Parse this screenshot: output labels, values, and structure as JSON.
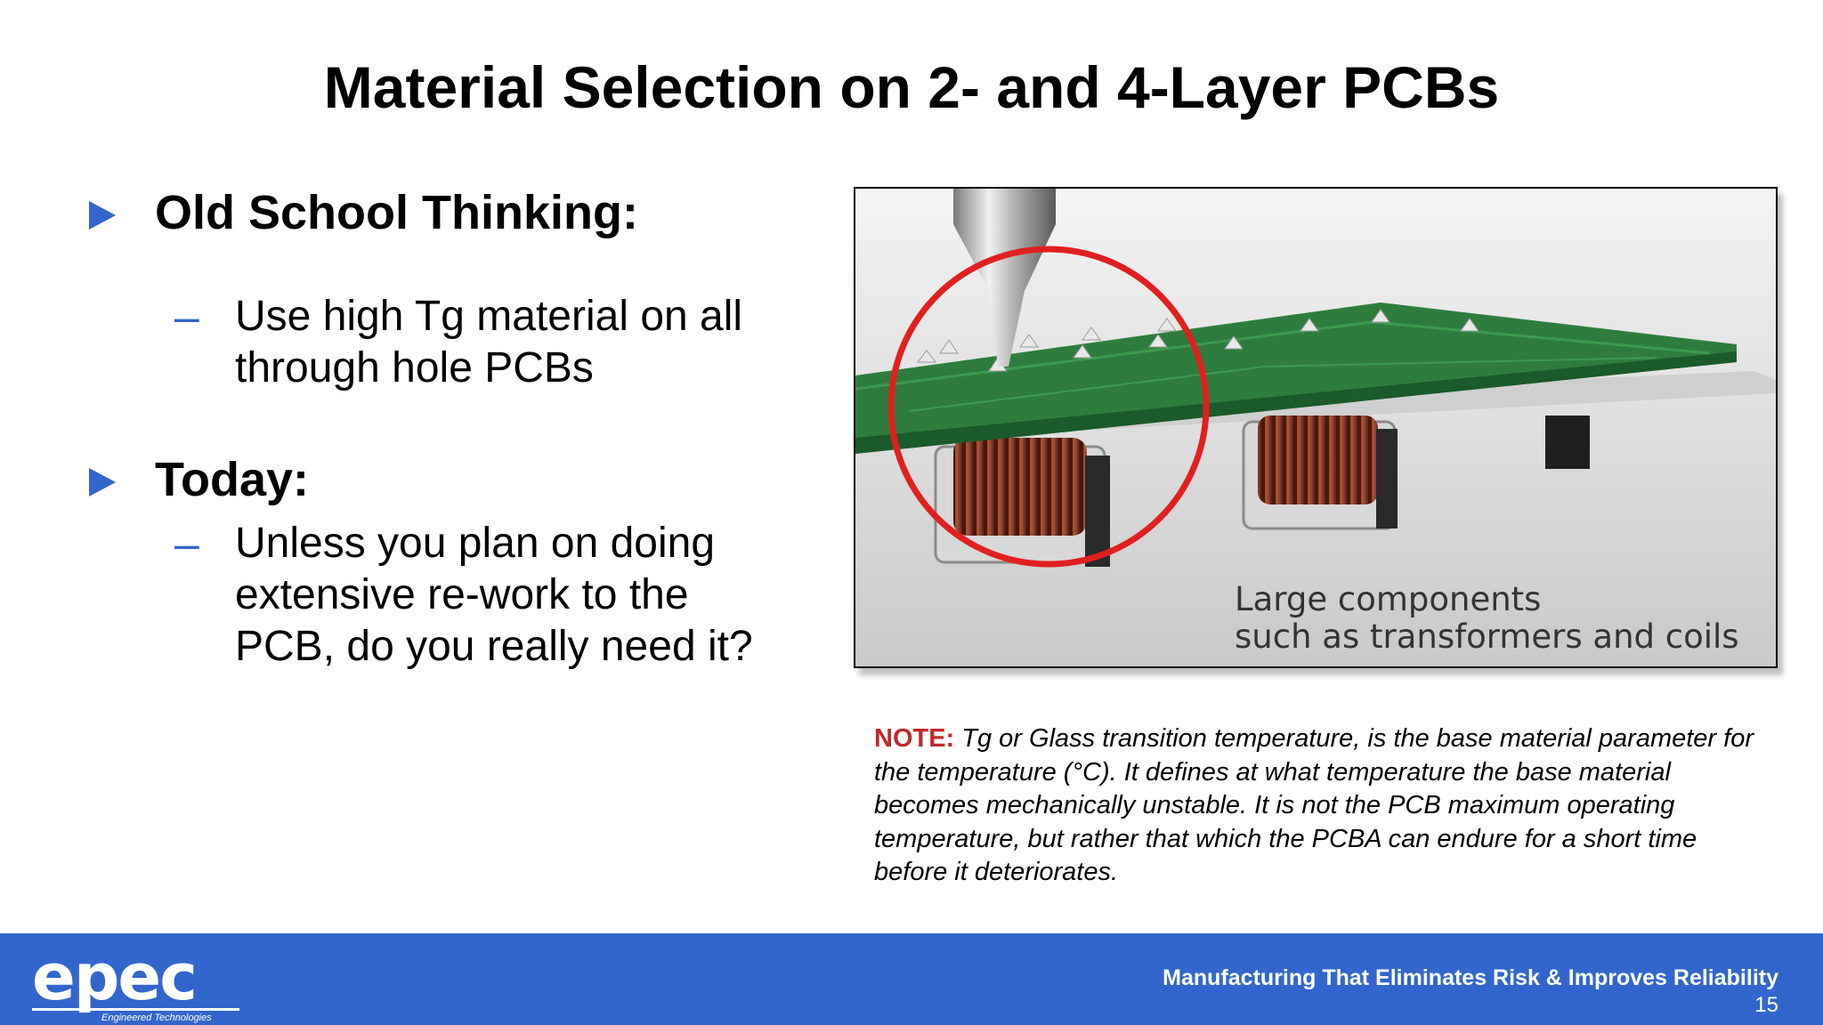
{
  "title": "Material Selection on 2- and 4-Layer PCBs",
  "bullets": [
    {
      "heading": "Old School Thinking:",
      "sub": [
        "Use high Tg material on all",
        "through hole PCBs"
      ]
    },
    {
      "heading": "Today:",
      "sub": [
        "Unless you plan on doing",
        "extensive re-work to the",
        "PCB, do you really need it?"
      ]
    }
  ],
  "sub_dash": "–",
  "image": {
    "caption_line1": "Large components",
    "caption_line2": "such as transformers and coils"
  },
  "note": {
    "label": "NOTE:",
    "text": "Tg or Glass transition temperature, is the base material parameter for the temperature (°C). It defines at what temperature the base material becomes mechanically unstable. It is not the PCB maximum operating temperature, but rather that which the PCBA can endure for a short time before it deteriorates."
  },
  "footer": {
    "logo": "epec",
    "logo_sub": "Engineered Technologies",
    "tagline": "Manufacturing That Eliminates Risk & Improves Reliability",
    "page_number": "15"
  },
  "colors": {
    "accent": "#3366cc",
    "note_label": "#c0272d",
    "pcb_green": "#2e7d3e",
    "highlight_circle": "#e02020"
  },
  "icons": [
    "triangle-bullet-icon",
    "soldering-iron-icon"
  ]
}
